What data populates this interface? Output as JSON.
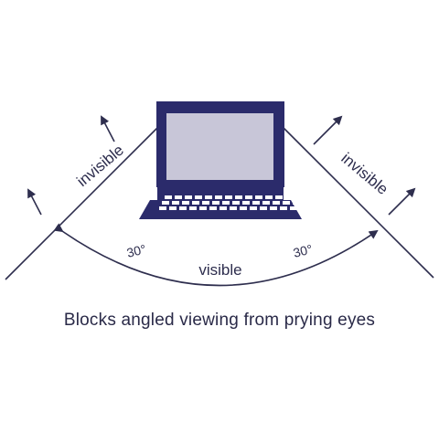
{
  "labels": {
    "invisible_left": "invisible",
    "invisible_right": "invisible",
    "visible": "visible",
    "angle_left": "30°",
    "angle_right": "30°"
  },
  "caption": "Blocks angled viewing from prying eyes",
  "colors": {
    "laptop": "#2b2b6b",
    "screen": "#c8c6d8",
    "keys": "#ffffff",
    "lines": "#2e2e4e"
  },
  "icons": {
    "laptop": "laptop-icon",
    "arrows": "arrow-up-icon"
  }
}
